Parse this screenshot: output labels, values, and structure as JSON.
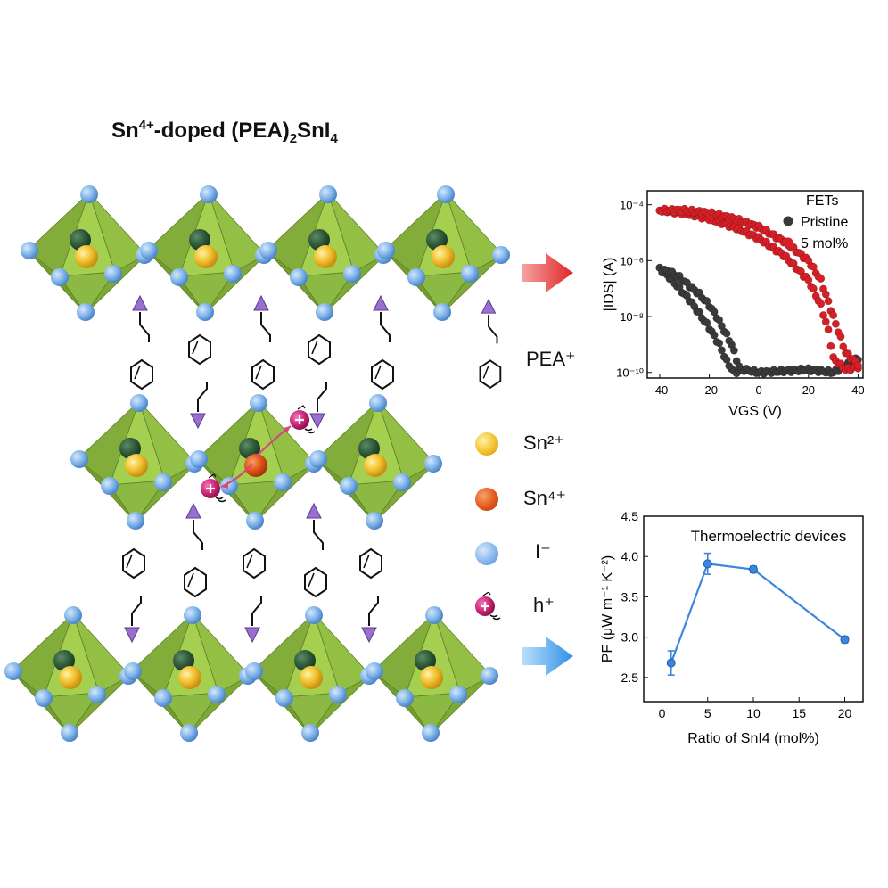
{
  "title": {
    "part1": "Sn",
    "part1_sup": "4+",
    "part2": "-doped (PEA)",
    "part2_sub": "2",
    "part3": "SnI",
    "part3_sub": "4"
  },
  "legend": {
    "pea": "PEA⁺",
    "sn2": "Sn²⁺",
    "sn4": "Sn⁴⁺",
    "iodide": "I⁻",
    "hole": "h⁺",
    "colors": {
      "sn2": "#f2c12e",
      "sn4": "#e4561b",
      "iodide": "#7fb3ea",
      "hole": "#d0277a",
      "octahedron": "#9cc94a",
      "pea_arrow": "#9a6fd0"
    }
  },
  "chart_data": [
    {
      "type": "scatter",
      "title": "FETs",
      "xlabel": "VGS (V)",
      "ylabel": "|IDS| (A)",
      "xlim": [
        -45,
        42
      ],
      "ylim_log10": [
        -10.2,
        -3.5
      ],
      "log_y": true,
      "xticks": [
        "-40",
        "-20",
        "0",
        "20",
        "40"
      ],
      "yticks": [
        "10⁻¹⁰",
        "10⁻⁸",
        "10⁻⁶",
        "10⁻⁴"
      ],
      "legend_position": "top-right",
      "series": [
        {
          "name": "Pristine",
          "color": "#3a3a3a",
          "forward": {
            "x": [
              -40,
              -36,
              -32,
              -28,
              -24,
              -20,
              -16,
              -13,
              -10,
              -6,
              0,
              10,
              20,
              30,
              40
            ],
            "log10_y": [
              -6.3,
              -6.6,
              -7.0,
              -7.4,
              -7.9,
              -8.4,
              -9.0,
              -9.6,
              -10.0,
              -9.9,
              -10.0,
              -9.95,
              -9.9,
              -10.0,
              -9.5
            ]
          },
          "reverse": {
            "x": [
              -40,
              -36,
              -32,
              -28,
              -24,
              -20,
              -17,
              -14,
              -11,
              -8
            ],
            "log10_y": [
              -6.3,
              -6.4,
              -6.6,
              -6.9,
              -7.2,
              -7.6,
              -8.0,
              -8.5,
              -9.0,
              -9.8
            ]
          }
        },
        {
          "name": "5 mol%",
          "color": "#d61f26",
          "forward": {
            "x": [
              -40,
              -30,
              -20,
              -10,
              0,
              10,
              20,
              25,
              28,
              30,
              35,
              40
            ],
            "log10_y": [
              -4.2,
              -4.3,
              -4.5,
              -4.8,
              -5.2,
              -5.8,
              -6.7,
              -7.6,
              -8.5,
              -9.5,
              -9.9,
              -9.8
            ]
          },
          "reverse": {
            "x": [
              -40,
              -30,
              -20,
              -10,
              0,
              10,
              20,
              25,
              30,
              35,
              40
            ],
            "log10_y": [
              -4.2,
              -4.2,
              -4.3,
              -4.5,
              -4.8,
              -5.3,
              -6.0,
              -6.7,
              -8.0,
              -9.3,
              -9.7
            ]
          }
        }
      ]
    },
    {
      "type": "line",
      "title": "Thermoelectric devices",
      "xlabel": "Ratio of SnI4 (mol%)",
      "ylabel": "PF (μW m⁻¹ K⁻²)",
      "xlim": [
        -2,
        22
      ],
      "ylim": [
        2.2,
        4.5
      ],
      "xticks": [
        "0",
        "5",
        "10",
        "15",
        "20"
      ],
      "yticks": [
        "2.5",
        "3.0",
        "3.5",
        "4.0",
        "4.5"
      ],
      "color": "#3b86dc",
      "x": [
        1,
        5,
        10,
        20
      ],
      "y": [
        2.68,
        3.91,
        3.84,
        2.97
      ],
      "yerr": [
        0.15,
        0.13,
        0.04,
        0.04
      ]
    }
  ]
}
